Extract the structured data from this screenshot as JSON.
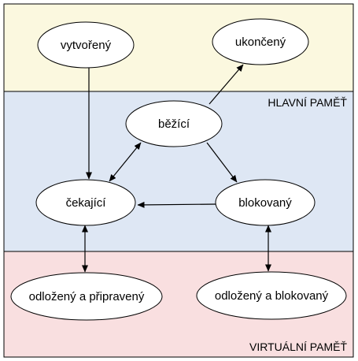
{
  "regions": {
    "top": {
      "fill": "#fbf8df"
    },
    "main_memory": {
      "label": "HLAVNÍ PAMĚŤ",
      "fill": "#dee7f4"
    },
    "virtual_memory": {
      "label": "VIRTUÁLNÍ PAMĚŤ",
      "fill": "#f9dfe0"
    }
  },
  "states": {
    "created": "vytvořený",
    "terminated": "ukončený",
    "running": "běžící",
    "waiting": "čekající",
    "blocked": "blokovaný",
    "suspended_ready": "odložený a připravený",
    "suspended_blocked": "odložený a blokovaný"
  },
  "transitions": [
    {
      "from": "created",
      "to": "waiting",
      "direction": "forward"
    },
    {
      "from": "running",
      "to": "terminated",
      "direction": "forward"
    },
    {
      "from": "running",
      "to": "waiting",
      "direction": "both"
    },
    {
      "from": "running",
      "to": "blocked",
      "direction": "forward"
    },
    {
      "from": "blocked",
      "to": "waiting",
      "direction": "forward"
    },
    {
      "from": "waiting",
      "to": "suspended_ready",
      "direction": "both"
    },
    {
      "from": "blocked",
      "to": "suspended_blocked",
      "direction": "both"
    }
  ],
  "colors": {
    "outline": "#000000",
    "node_fill": "#ffffff"
  }
}
